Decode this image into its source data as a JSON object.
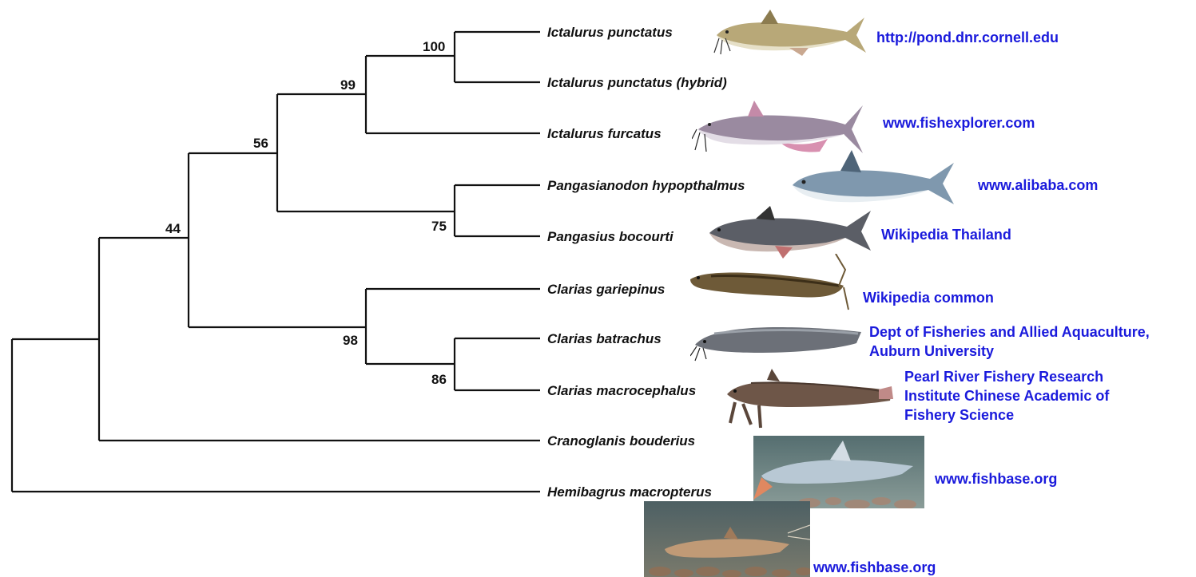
{
  "tree": {
    "taxa": [
      {
        "id": "t1",
        "name": "Ictalurus punctatus"
      },
      {
        "id": "t2",
        "name": "Ictalurus punctatus (hybrid)"
      },
      {
        "id": "t3",
        "name": "Ictalurus furcatus"
      },
      {
        "id": "t4",
        "name": "Pangasianodon hypopthalmus"
      },
      {
        "id": "t5",
        "name": "Pangasius bocourti"
      },
      {
        "id": "t6",
        "name": "Clarias gariepinus"
      },
      {
        "id": "t7",
        "name": "Clarias batrachus"
      },
      {
        "id": "t8",
        "name": "Clarias macrocephalus"
      },
      {
        "id": "t9",
        "name": "Cranoglanis bouderius"
      },
      {
        "id": "t10",
        "name": "Hemibagrus macropterus"
      }
    ],
    "support_values": [
      {
        "id": "n100",
        "value": "100"
      },
      {
        "id": "n99",
        "value": "99"
      },
      {
        "id": "n56",
        "value": "56"
      },
      {
        "id": "n75",
        "value": "75"
      },
      {
        "id": "n44",
        "value": "44"
      },
      {
        "id": "n98",
        "value": "98"
      },
      {
        "id": "n86",
        "value": "86"
      }
    ]
  },
  "sources": [
    {
      "id": "s1",
      "lines": [
        "http://pond.dnr.cornell.edu"
      ]
    },
    {
      "id": "s2",
      "lines": [
        "www.fishexplorer.com"
      ]
    },
    {
      "id": "s3",
      "lines": [
        "www.alibaba.com"
      ]
    },
    {
      "id": "s4",
      "lines": [
        "Wikipedia Thailand"
      ]
    },
    {
      "id": "s5",
      "lines": [
        "Wikipedia common"
      ]
    },
    {
      "id": "s6",
      "lines": [
        "Dept of Fisheries and Allied Aquaculture,",
        "Auburn University"
      ]
    },
    {
      "id": "s7",
      "lines": [
        "Pearl River Fishery Research",
        "Institute Chinese Academic of",
        "Fishery Science"
      ]
    },
    {
      "id": "s8",
      "lines": [
        "www.fishbase.org"
      ]
    },
    {
      "id": "s9",
      "lines": [
        "www.fishbase.org"
      ]
    }
  ],
  "colors": {
    "branch": "#111111",
    "source_link": "#1a1adc",
    "water_photo": "#6f8a8c"
  }
}
